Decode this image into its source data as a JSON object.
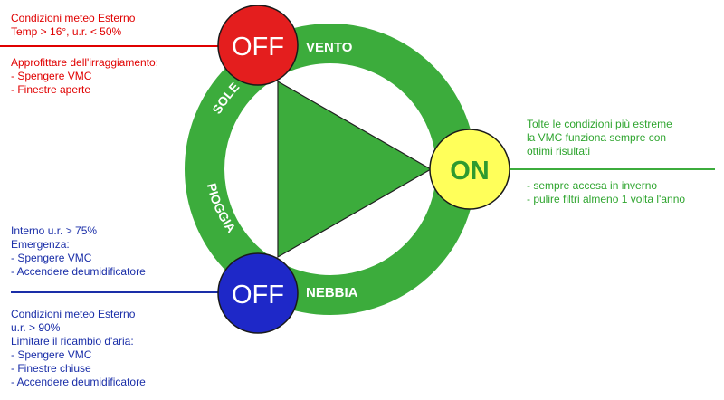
{
  "ring": {
    "labels": {
      "vento": "VENTO",
      "sole": "SOLE",
      "pioggia": "PIOGGIA",
      "nebbia": "NEBBIA"
    }
  },
  "buttons": {
    "off_top": {
      "label": "OFF",
      "color": "#e41e1e"
    },
    "on_right": {
      "label": "ON",
      "color": "#ffff5a"
    },
    "off_bottom": {
      "label": "OFF",
      "color": "#1e28c8"
    }
  },
  "colors": {
    "ring": "#3cac3c",
    "on_text": "#2f9a2f",
    "red_text": "#e00000",
    "blue_text": "#1a2ea8",
    "green_text": "#2fa52f"
  },
  "notes": {
    "red_top": [
      "Condizioni meteo Esterno",
      "Temp > 16°, u.r. < 50%"
    ],
    "red_bottom": [
      "Approfittare dell'irraggiamento:",
      "- Spengere VMC",
      "- Finestre aperte"
    ],
    "green_top": [
      "Tolte le condizioni più estreme",
      "la VMC funziona sempre con",
      "ottimi risultati"
    ],
    "green_bottom": [
      "- sempre accesa in inverno",
      "- pulire filtri almeno 1 volta l'anno"
    ],
    "blue_top": [
      "Interno  u.r. > 75%",
      "Emergenza:",
      "- Spengere VMC",
      "- Accendere deumidificatore"
    ],
    "blue_bottom": [
      "Condizioni meteo Esterno",
      "u.r. > 90%",
      "Limitare il ricambio d'aria:",
      "- Spengere VMC",
      "- Finestre chiuse",
      "- Accendere deumidificatore"
    ]
  }
}
